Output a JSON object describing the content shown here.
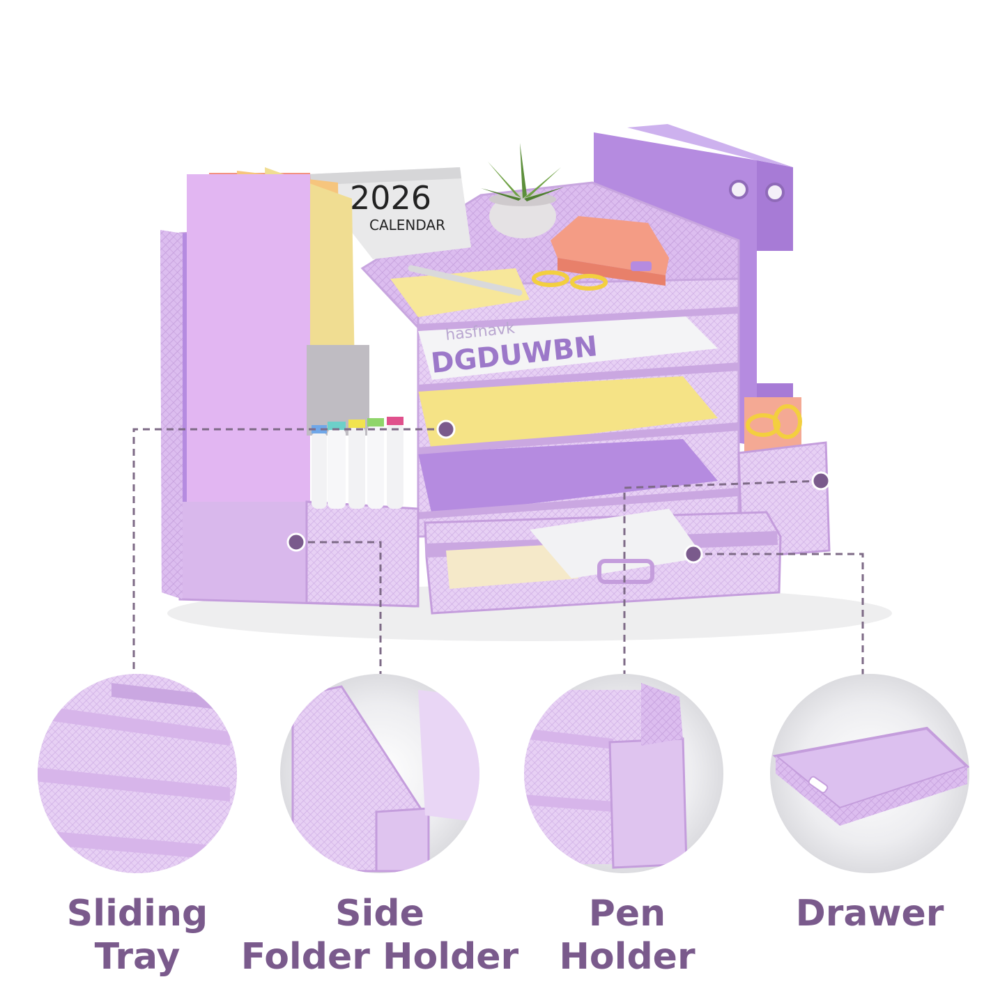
{
  "product": {
    "calendar_year": "2026",
    "calendar_word": "CALENDAR",
    "tray_paper_text_top": "hasfnavk",
    "tray_paper_text_main": "DGDUWBN"
  },
  "features": [
    {
      "line1": "Sliding",
      "line2": "Tray"
    },
    {
      "line1": "Side",
      "line2": "Folder Holder"
    },
    {
      "line1": "Pen",
      "line2": "Holder"
    },
    {
      "line1": "Drawer",
      "line2": ""
    }
  ],
  "colors": {
    "mesh": "#d9b8ec",
    "mesh_dark": "#c49ddc",
    "binder": "#b58be0",
    "label_text": "#7a5a8c",
    "callout_line": "#7d6a86",
    "bubble_bg": "#e9e9ec"
  }
}
